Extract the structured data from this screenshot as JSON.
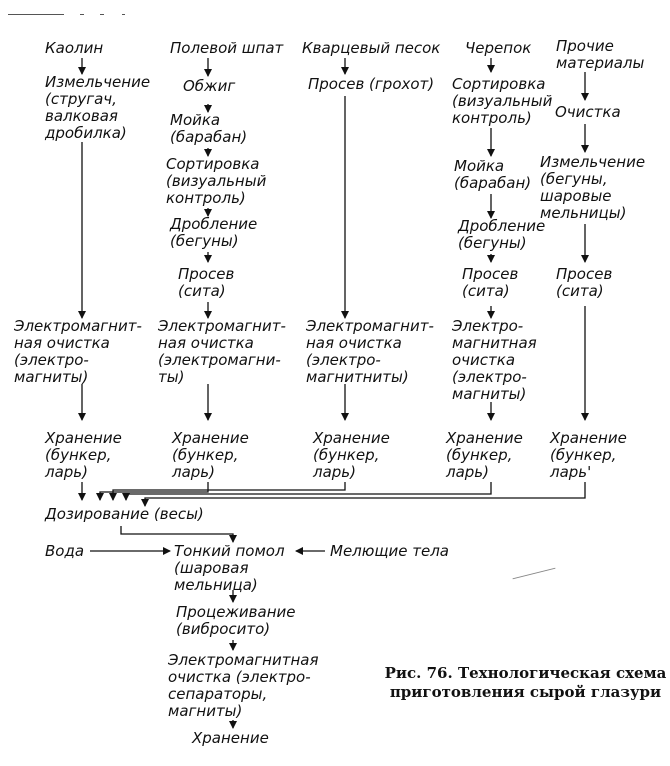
{
  "nodes": {
    "kaolin": "Каолин",
    "feldspar": "Полевой шпат",
    "quartz_sand": "Кварцевый песок",
    "cullet": "Черепок",
    "other_materials": "Прочие\nматериалы",
    "kaolin_grinding": "Измельчение\n(стругач,\nвалковая\nдробилка)",
    "feldspar_firing": "Обжиг",
    "feldspar_washing": "Мойка\n(барабан)",
    "feldspar_sorting": "Сортировка\n(визуальный\nконтроль)",
    "feldspar_crushing": "Дробление\n(бегуны)",
    "feldspar_sieving": "Просев\n(сита)",
    "sand_sieving": "Просев (грохот)",
    "cullet_sorting": "Сортировка\n(визуальный\nконтроль)",
    "cullet_washing": "Мойка\n(барабан)",
    "cullet_crushing": "Дробление\n(бегуны)",
    "cullet_sieving": "Просев\n(сита)",
    "other_cleaning": "Очистка",
    "other_grinding": "Измельчение\n(бегуны,\nшаровые\nмельницы)",
    "other_sieving": "Просев\n(сита)",
    "kaolin_magnetic": "Электромагнит-\nная очистка\n(электро-\nмагниты)",
    "feldspar_magnetic": "Электромагнит-\nная очистка\n(электромагни-\nты)",
    "sand_magnetic": "Электромагнит-\nная очистка\n(электро-\nмагнитниты)",
    "cullet_magnetic": "Электро-\nмагнитная\nочистка\n(электро-\nмагниты)",
    "storage_1": "Хранение\n(бункер,\nларь)",
    "storage_2": "Хранение\n(бункер,\nларь)",
    "storage_3": "Хранение\n(бункер,\nларь)",
    "storage_4": "Хранение\n(бункер,\nларь)",
    "storage_5": "Хранение\n(бункер,\nларь'",
    "dosing": "Дозирование (весы)",
    "water": "Вода",
    "grinding_media": "Мелющие тела",
    "fine_milling": "Тонкий помол\n(шаровая\nмельница)",
    "straining": "Процеживание\n(вибросито)",
    "final_magnetic": "Электромагнитная\nочистка (электро-\nсепараторы,\nмагниты)",
    "final_storage": "Хранение"
  },
  "caption": "Рис. 76. Технологическая схема приготовления сырой глазури"
}
